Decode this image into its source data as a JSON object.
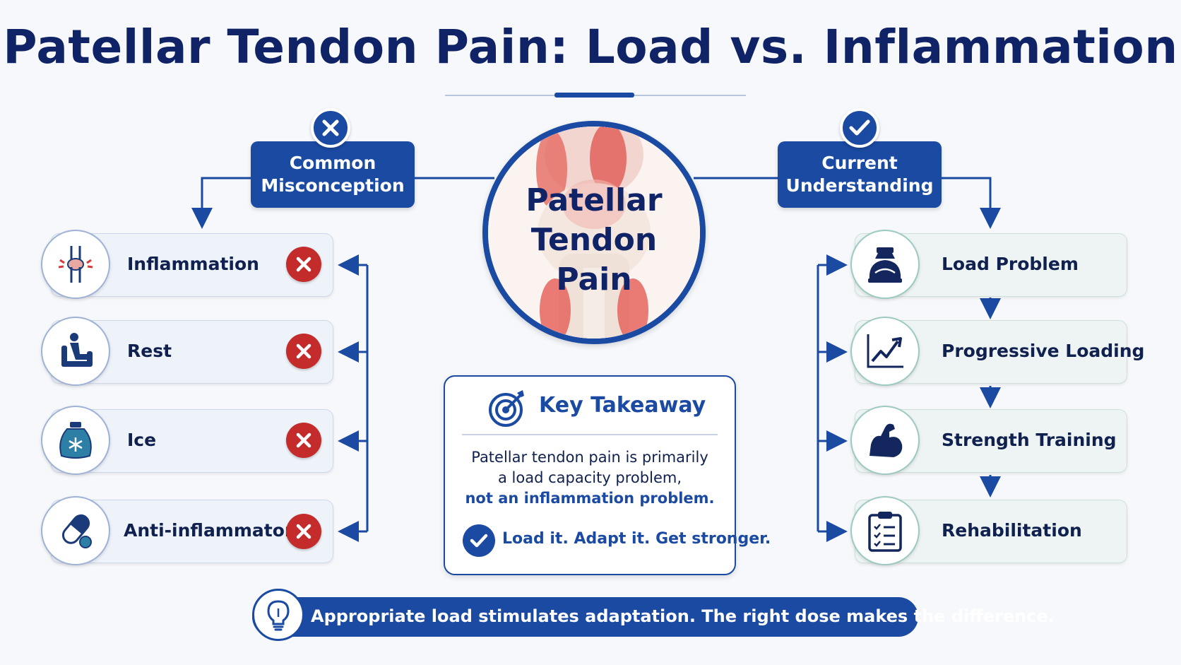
{
  "title": "Patellar Tendon Pain: Load vs. Inflammation",
  "center": {
    "line1": "Patellar",
    "line2": "Tendon",
    "line3": "Pain"
  },
  "misconception": {
    "heading_line1": "Common",
    "heading_line2": "Misconception",
    "header_icon": "x-icon",
    "items": [
      {
        "label": "Inflammation",
        "icon": "inflamed-knee-icon"
      },
      {
        "label": "Rest",
        "icon": "armchair-person-icon"
      },
      {
        "label": "Ice",
        "icon": "ice-pack-icon"
      },
      {
        "label": "Anti-inflammatories",
        "icon": "pill-capsule-icon"
      }
    ]
  },
  "understanding": {
    "heading_line1": "Current",
    "heading_line2": "Understanding",
    "header_icon": "check-icon",
    "items": [
      {
        "label": "Load Problem",
        "icon": "kettlebell-icon"
      },
      {
        "label": "Progressive Loading",
        "icon": "trend-up-chart-icon"
      },
      {
        "label": "Strength Training",
        "icon": "flexed-arm-icon"
      },
      {
        "label": "Rehabilitation",
        "icon": "clipboard-checklist-icon"
      }
    ]
  },
  "takeaway": {
    "title": "Key Takeaway",
    "line1": "Patellar tendon pain is primarily",
    "line2": "a load capacity problem,",
    "line3": "not an inflammation problem.",
    "slogan": "Load it. Adapt it. Get stronger."
  },
  "banner": "Appropriate load stimulates adaptation. The right dose makes the difference.",
  "colors": {
    "primary": "#1b4aa3",
    "title": "#0f2366",
    "wrong": "#c42b2b",
    "background": "#f6f8fb"
  }
}
